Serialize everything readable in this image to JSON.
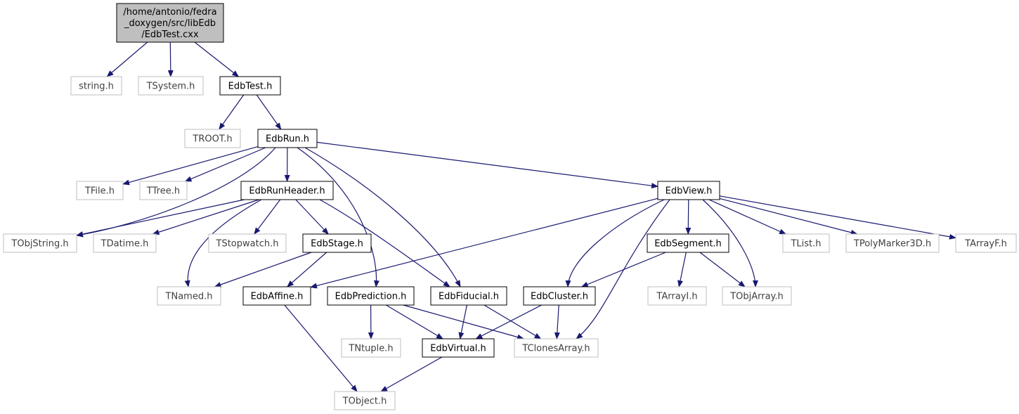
{
  "colors": {
    "edge": "#191970",
    "root_fill": "#bfbfbf",
    "node_stroke": "#000000",
    "external_stroke": "#bfbfbf",
    "text": "#000000",
    "external_text": "#404040"
  },
  "graph": {
    "root": {
      "id": "root",
      "lines": [
        "/home/antonio/fedra",
        "_doxygen/src/libEdb",
        "/EdbTest.cxx"
      ]
    },
    "nodes": [
      {
        "id": "string",
        "label": "string.h",
        "kind": "external"
      },
      {
        "id": "tsystem",
        "label": "TSystem.h",
        "kind": "external"
      },
      {
        "id": "edbtest",
        "label": "EdbTest.h",
        "kind": "internal"
      },
      {
        "id": "troot",
        "label": "TROOT.h",
        "kind": "external"
      },
      {
        "id": "edbrun",
        "label": "EdbRun.h",
        "kind": "internal"
      },
      {
        "id": "tfile",
        "label": "TFile.h",
        "kind": "external"
      },
      {
        "id": "ttree",
        "label": "TTree.h",
        "kind": "external"
      },
      {
        "id": "edbrunheader",
        "label": "EdbRunHeader.h",
        "kind": "internal"
      },
      {
        "id": "edbview",
        "label": "EdbView.h",
        "kind": "internal"
      },
      {
        "id": "tobjstring",
        "label": "TObjString.h",
        "kind": "external"
      },
      {
        "id": "tdatime",
        "label": "TDatime.h",
        "kind": "external"
      },
      {
        "id": "tstopwatch",
        "label": "TStopwatch.h",
        "kind": "external"
      },
      {
        "id": "edbstage",
        "label": "EdbStage.h",
        "kind": "internal"
      },
      {
        "id": "edbsegment",
        "label": "EdbSegment.h",
        "kind": "internal"
      },
      {
        "id": "tlist",
        "label": "TList.h",
        "kind": "external"
      },
      {
        "id": "tpolymarker",
        "label": "TPolyMarker3D.h",
        "kind": "external"
      },
      {
        "id": "tarrayf",
        "label": "TArrayF.h",
        "kind": "external"
      },
      {
        "id": "tnamed",
        "label": "TNamed.h",
        "kind": "external"
      },
      {
        "id": "edbaffine",
        "label": "EdbAffine.h",
        "kind": "internal"
      },
      {
        "id": "edbprediction",
        "label": "EdbPrediction.h",
        "kind": "internal"
      },
      {
        "id": "edbfiducial",
        "label": "EdbFiducial.h",
        "kind": "internal"
      },
      {
        "id": "edbcluster",
        "label": "EdbCluster.h",
        "kind": "internal"
      },
      {
        "id": "tarrayi",
        "label": "TArrayI.h",
        "kind": "external"
      },
      {
        "id": "tobjarray",
        "label": "TObjArray.h",
        "kind": "external"
      },
      {
        "id": "tntuple",
        "label": "TNtuple.h",
        "kind": "external"
      },
      {
        "id": "edbvirtual",
        "label": "EdbVirtual.h",
        "kind": "internal"
      },
      {
        "id": "tclonesarray",
        "label": "TClonesArray.h",
        "kind": "external"
      },
      {
        "id": "tobject",
        "label": "TObject.h",
        "kind": "external"
      }
    ],
    "edges": [
      [
        "root",
        "string"
      ],
      [
        "root",
        "tsystem"
      ],
      [
        "root",
        "edbtest"
      ],
      [
        "edbtest",
        "troot"
      ],
      [
        "edbtest",
        "edbrun"
      ],
      [
        "edbrun",
        "tfile"
      ],
      [
        "edbrun",
        "ttree"
      ],
      [
        "edbrun",
        "tobjstring"
      ],
      [
        "edbrun",
        "edbrunheader"
      ],
      [
        "edbrun",
        "edbprediction"
      ],
      [
        "edbrun",
        "edbfiducial"
      ],
      [
        "edbrun",
        "edbview"
      ],
      [
        "edbrunheader",
        "tobjstring"
      ],
      [
        "edbrunheader",
        "tdatime"
      ],
      [
        "edbrunheader",
        "tnamed"
      ],
      [
        "edbrunheader",
        "tstopwatch"
      ],
      [
        "edbrunheader",
        "edbstage"
      ],
      [
        "edbrunheader",
        "edbfiducial"
      ],
      [
        "edbstage",
        "tnamed"
      ],
      [
        "edbstage",
        "edbaffine"
      ],
      [
        "edbview",
        "edbaffine"
      ],
      [
        "edbview",
        "edbcluster"
      ],
      [
        "edbview",
        "tclonesarray"
      ],
      [
        "edbview",
        "edbsegment"
      ],
      [
        "edbview",
        "tobjarray"
      ],
      [
        "edbview",
        "tlist"
      ],
      [
        "edbview",
        "tpolymarker"
      ],
      [
        "edbview",
        "tarrayf"
      ],
      [
        "edbsegment",
        "edbcluster"
      ],
      [
        "edbsegment",
        "tarrayi"
      ],
      [
        "edbsegment",
        "tobjarray"
      ],
      [
        "edbaffine",
        "tobject"
      ],
      [
        "edbprediction",
        "tntuple"
      ],
      [
        "edbprediction",
        "edbvirtual"
      ],
      [
        "edbprediction",
        "tclonesarray"
      ],
      [
        "edbfiducial",
        "edbvirtual"
      ],
      [
        "edbfiducial",
        "tclonesarray"
      ],
      [
        "edbcluster",
        "edbvirtual"
      ],
      [
        "edbcluster",
        "tclonesarray"
      ],
      [
        "edbvirtual",
        "tobject"
      ]
    ]
  }
}
